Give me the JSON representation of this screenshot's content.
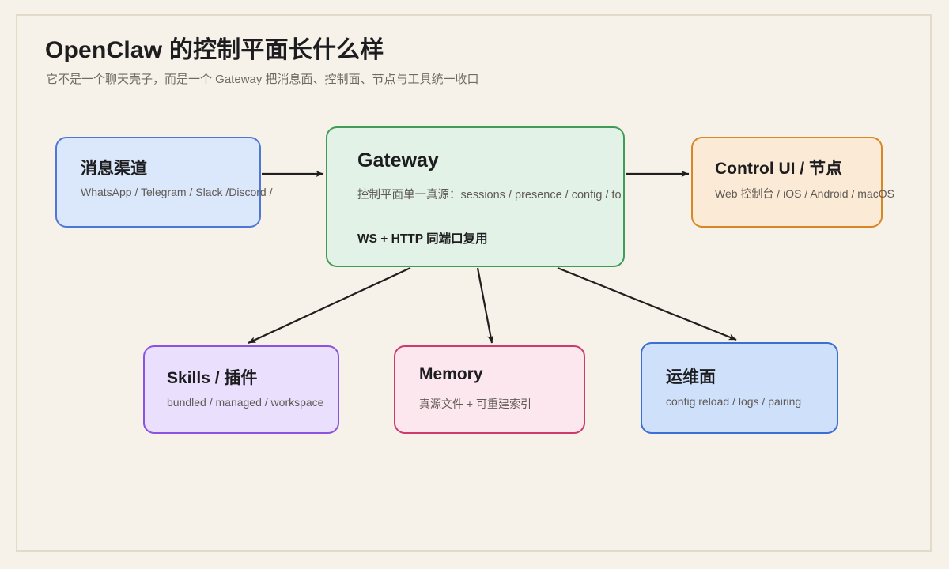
{
  "header": {
    "title": "OpenClaw 的控制平面长什么样",
    "subtitle": "它不是一个聊天壳子，而是一个 Gateway 把消息面、控制面、节点与工具统一收口"
  },
  "colors": {
    "page_background": "#f6f2ea",
    "frame_border": "#e3dac8",
    "title_text": "#1d1d1f",
    "subtitle_text": "#6f6a63",
    "edge_stroke": "#201f1d",
    "channels_fill": "#dbe7fb",
    "channels_border": "#4f78d6",
    "gateway_fill": "#e3f2e6",
    "gateway_border": "#3f9b56",
    "controlui_fill": "#fbead6",
    "controlui_border": "#d98724",
    "skills_fill": "#eadffd",
    "skills_border": "#8b53e0",
    "memory_fill": "#fce7ef",
    "memory_border": "#cf3a6d",
    "ops_fill": "#cfe0fb",
    "ops_border": "#3b6fd4"
  },
  "diagram": {
    "type": "flowchart",
    "nodes": {
      "channels": {
        "title": "消息渠道",
        "subtitle": "WhatsApp / Telegram / Slack /Discord /"
      },
      "gateway": {
        "title": "Gateway",
        "subtitle": "控制平面单一真源：sessions / presence / config / to",
        "subtitle2": "WS + HTTP 同端口复用"
      },
      "controlui": {
        "title": "Control UI / 节点",
        "subtitle": "Web 控制台 / iOS / Android / macOS"
      },
      "skills": {
        "title": "Skills / 插件",
        "subtitle": "bundled / managed / workspace"
      },
      "memory": {
        "title": "Memory",
        "subtitle": "真源文件 + 可重建索引"
      },
      "ops": {
        "title": "运维面",
        "subtitle": "config reload / logs / pairing"
      }
    },
    "edges": [
      {
        "name": "channels-to-gateway",
        "from": "channels",
        "to": "gateway"
      },
      {
        "name": "gateway-to-controlui",
        "from": "gateway",
        "to": "controlui"
      },
      {
        "name": "gateway-to-skills",
        "from": "gateway",
        "to": "skills"
      },
      {
        "name": "gateway-to-memory",
        "from": "gateway",
        "to": "memory"
      },
      {
        "name": "gateway-to-ops",
        "from": "gateway",
        "to": "ops"
      }
    ]
  }
}
